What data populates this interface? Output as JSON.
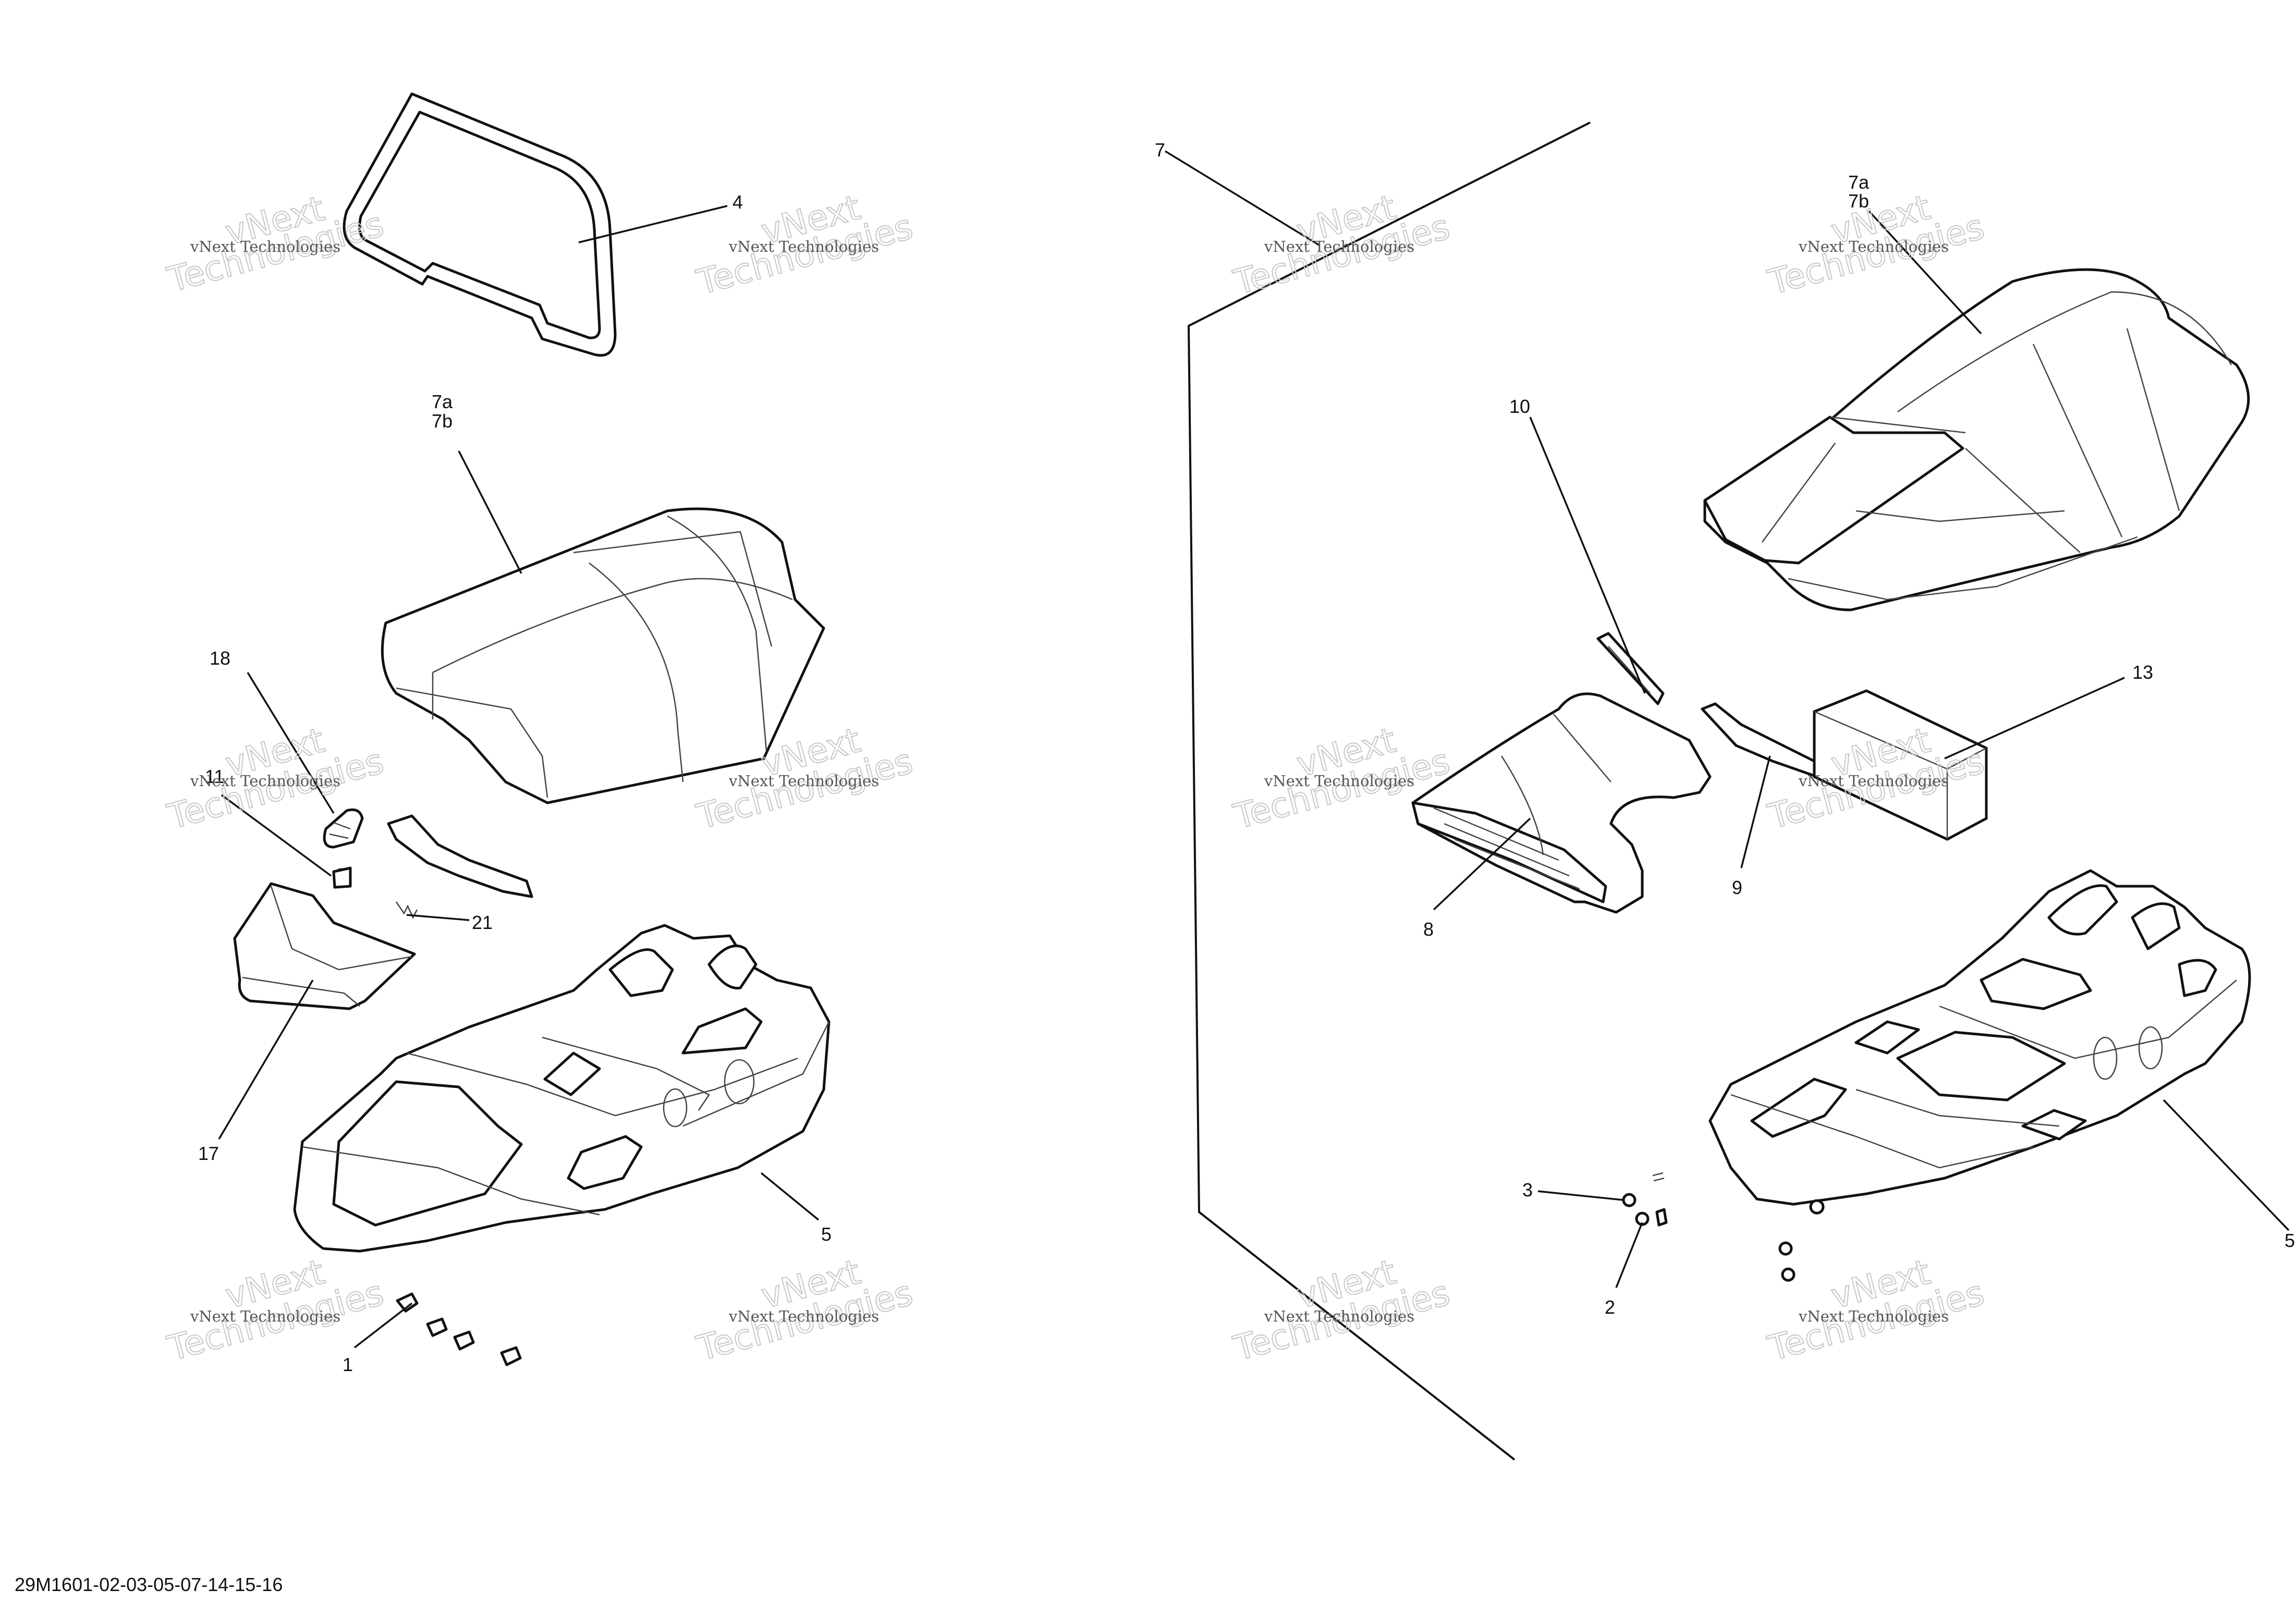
{
  "drawing_number": "29M1601-02-03-05-07-14-15-16",
  "watermark": {
    "line1": "vNext Technologies",
    "line2": "Technologies",
    "line2_prefix": "vNext"
  },
  "callouts": {
    "c1": "1",
    "c2": "2",
    "c3": "3",
    "c4": "4",
    "c5_left": "5",
    "c5_right": "5",
    "c7": "7",
    "c7a_left": "7a",
    "c7b_left": "7b",
    "c7a_right": "7a",
    "c7b_right": "7b",
    "c8": "8",
    "c9": "9",
    "c10": "10",
    "c11": "11",
    "c13": "13",
    "c17": "17",
    "c18": "18",
    "c21": "21"
  }
}
